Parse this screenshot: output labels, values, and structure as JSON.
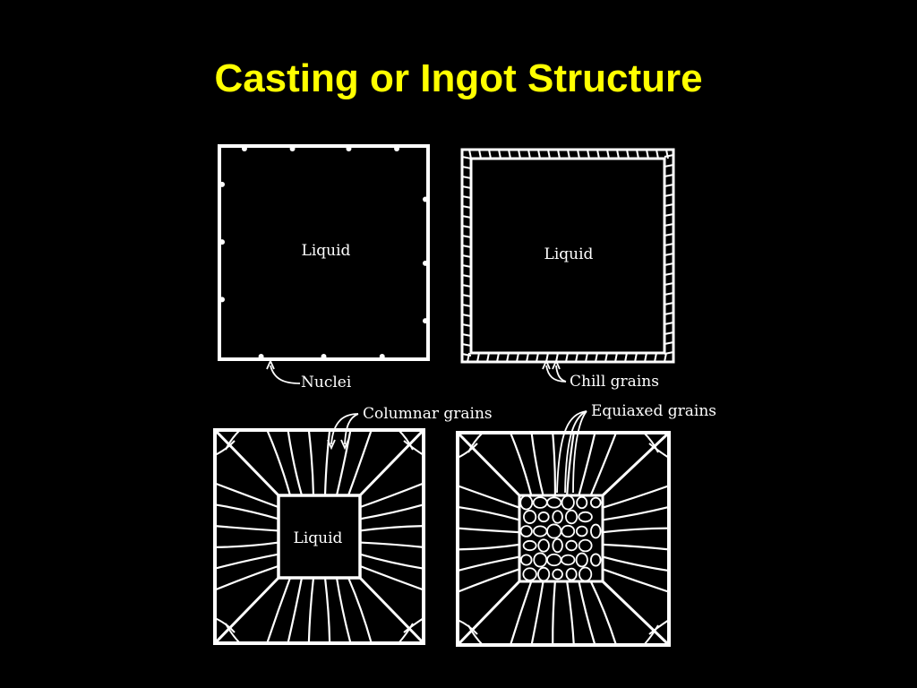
{
  "title": "Casting or Ingot Structure",
  "colors": {
    "background": "#000000",
    "title": "#ffff00",
    "lines": "#ffffff"
  },
  "panels": [
    {
      "id": "nucleation",
      "center_label": "Liquid",
      "callout": "Nuclei"
    },
    {
      "id": "chill",
      "center_label": "Liquid",
      "callout": "Chill grains"
    },
    {
      "id": "columnar",
      "center_label": "Liquid",
      "callout": "Columnar grains"
    },
    {
      "id": "equiaxed",
      "center_label": "",
      "callout": "Equiaxed grains"
    }
  ]
}
